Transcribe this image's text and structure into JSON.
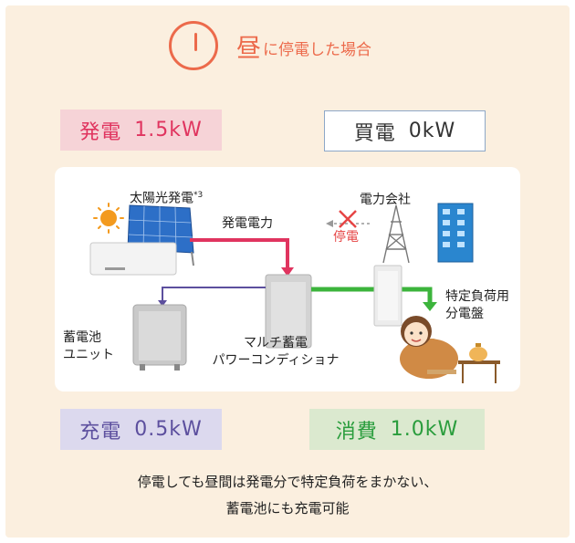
{
  "title": {
    "emphasis": "昼",
    "rest": "に停電した場合"
  },
  "stats": {
    "generation": {
      "label": "発電",
      "value": "1.5kW"
    },
    "purchase": {
      "label": "買電",
      "value": "0kW"
    },
    "charge": {
      "label": "充電",
      "value": "0.5kW"
    },
    "consumption": {
      "label": "消費",
      "value": "1.0kW"
    }
  },
  "diagram": {
    "solar_label": "太陽光発電",
    "solar_note": "*3",
    "generated_power_label": "発電電力",
    "utility_label": "電力会社",
    "outage_label": "停電",
    "battery_label_1": "蓄電池",
    "battery_label_2": "ユニット",
    "pcs_label_1": "マルチ蓄電",
    "pcs_label_2": "パワーコンディショナ",
    "panel_label_1": "特定負荷用",
    "panel_label_2": "分電盤"
  },
  "footer": {
    "line1": "停電しても昼間は発電分で特定負荷をまかない、",
    "line2": "蓄電池にも充電可能"
  },
  "colors": {
    "accent": "#ec6a4b",
    "generation": "#e0345f",
    "charge": "#5c4f9e",
    "consumption": "#2a9d3d",
    "background": "#fbefdf"
  }
}
